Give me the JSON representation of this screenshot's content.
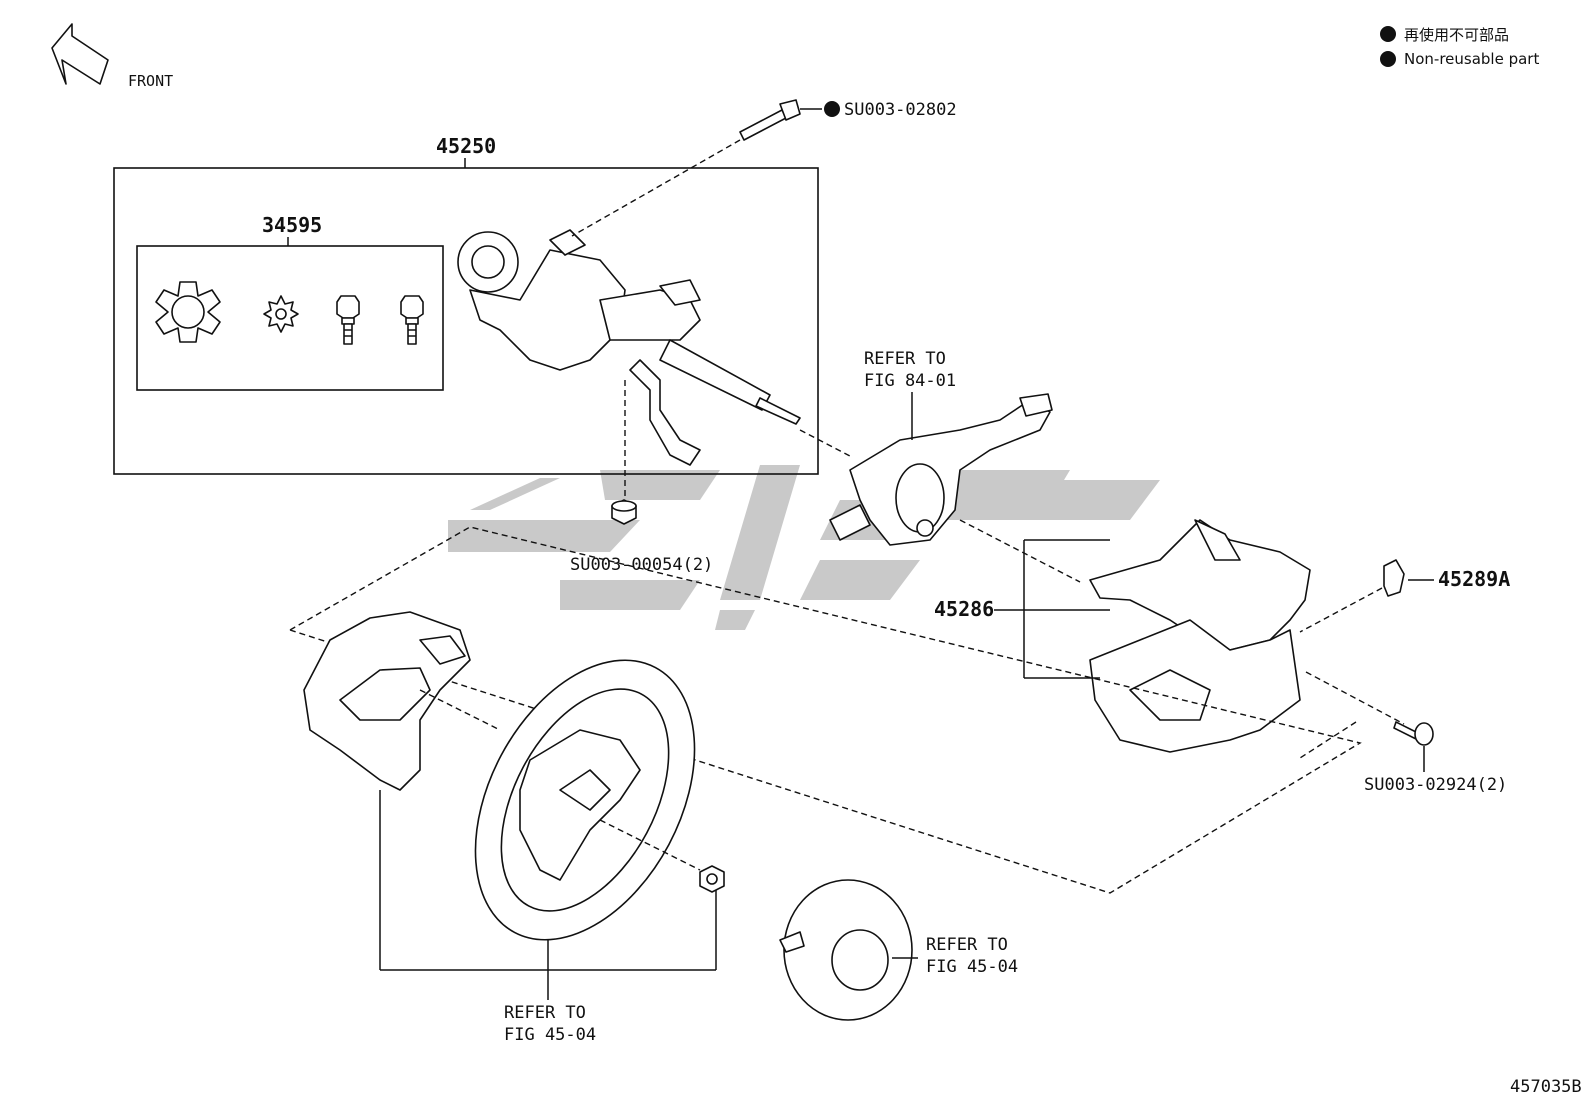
{
  "legend": {
    "jp": "再使用不可部品",
    "en": "Non-reusable part"
  },
  "front_label": "FRONT",
  "labels": {
    "p45250": "45250",
    "p34595": "34595",
    "su02802": "SU003-02802",
    "su00054": "SU003-00054(2)",
    "p45286": "45286",
    "p45289a": "45289A",
    "su02924": "SU003-02924(2)"
  },
  "refs": {
    "r8401_a": "REFER TO",
    "r8401_b": "FIG 84-01",
    "r4504a_a": "REFER TO",
    "r4504a_b": "FIG 45-04",
    "r4504b_a": "REFER TO",
    "r4504b_b": "FIG 45-04"
  },
  "figure_number": "457035B",
  "colors": {
    "ink": "#111111",
    "watermark": "#c9c9c9"
  },
  "icons": {
    "direction": "arrow-front-icon",
    "non_reusable": "filled-circle-icon"
  }
}
